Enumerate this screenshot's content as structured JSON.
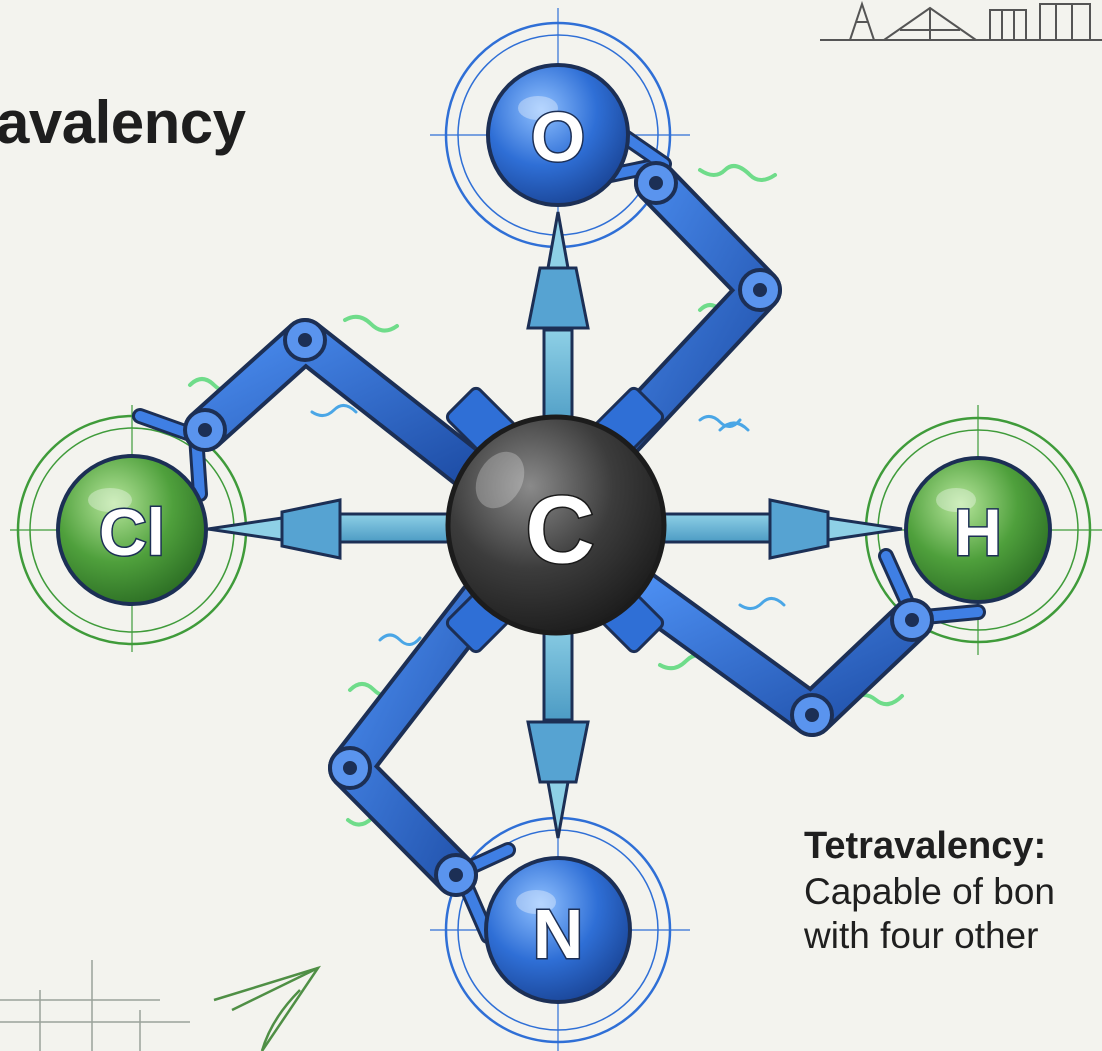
{
  "title": "avalency",
  "caption": {
    "heading": "Tetravalency:",
    "lines": [
      "Capable of bon",
      "with four other"
    ]
  },
  "atoms": {
    "center": "C",
    "top": "O",
    "left": "Cl",
    "right": "H",
    "bottom": "N"
  },
  "colors": {
    "background": "#f3f3ee",
    "carbon": "#3a3a3a",
    "oxygen_nitrogen": "#2f6fd6",
    "chlorine_hydrogen": "#4fa03c",
    "arm": "#2c63c4",
    "glow": "#6fdc8a",
    "outline": "#1c2f55"
  }
}
